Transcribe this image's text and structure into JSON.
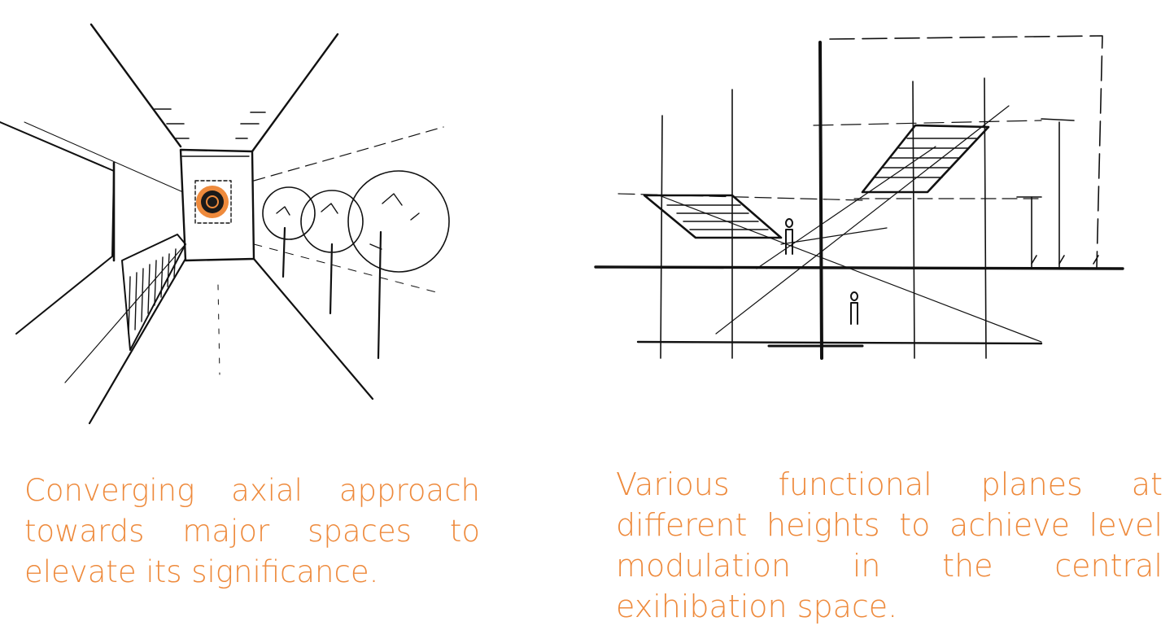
{
  "captions": {
    "left": {
      "lines": [
        "Converging axial approach",
        "towards major spaces to",
        "elevate its significance."
      ]
    },
    "right": {
      "lines": [
        "Various functional planes at",
        "different heights to achieve level",
        "modulation in the central",
        "exihibation space."
      ]
    }
  },
  "colors": {
    "accent": "#ee8a3c",
    "ink": "#111111",
    "focus_dot": "#1a1a1a"
  }
}
